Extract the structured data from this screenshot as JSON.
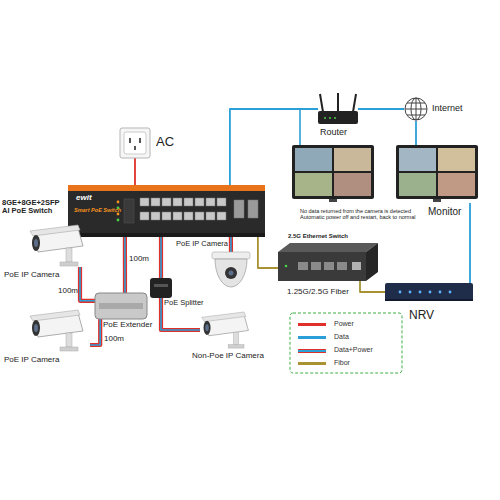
{
  "diagram": {
    "nodes": [
      {
        "text": [
          "AC"
        ]
      },
      {
        "text": [
          "8GE+8GE+2SFP AI PoE Switch",
          "ewit",
          "Smart PoE Switch"
        ]
      },
      {
        "text": [
          "PoE IP Camera"
        ]
      },
      {
        "text": [
          "PoE Extender"
        ]
      },
      {
        "text": [
          "PoE IP Camera"
        ]
      },
      {
        "text": [
          "PoE IP Camera"
        ]
      },
      {
        "text": [
          "PoE Splitter"
        ]
      },
      {
        "text": [
          "Non-Poe IP Camera"
        ]
      },
      {
        "text": [
          "2.5G Ethernet Switch"
        ]
      },
      {
        "text": [
          "Router"
        ]
      },
      {
        "text": [
          "Internet"
        ]
      },
      {
        "text": [
          "Monitor"
        ]
      },
      {
        "text": [
          "NRV"
        ]
      }
    ],
    "edges": [
      {
        "from": 0,
        "to": 1,
        "arrow": "none"
      },
      {
        "from": 1,
        "to": 3,
        "label": "100m",
        "arrow": "none"
      },
      {
        "from": 3,
        "to": 2,
        "label": "100m",
        "arrow": "none"
      },
      {
        "from": 3,
        "to": 4,
        "label": "100m",
        "arrow": "none"
      },
      {
        "from": 1,
        "to": 5,
        "arrow": "none"
      },
      {
        "from": 1,
        "to": 6,
        "arrow": "none"
      },
      {
        "from": 6,
        "to": 7,
        "arrow": "none"
      },
      {
        "from": 1,
        "to": 8,
        "arrow": "none"
      },
      {
        "from": 1,
        "to": 9,
        "arrow": "none"
      },
      {
        "from": 9,
        "to": 10,
        "arrow": "none"
      },
      {
        "from": 8,
        "to": 12,
        "label": "1.25G/2.5G Fiber",
        "arrow": "none"
      },
      {
        "from": 12,
        "to": 11,
        "arrow": "none"
      },
      {
        "from": 10,
        "to": 11,
        "arrow": "none"
      }
    ],
    "labels": [
      "No data returned from the camera is detected Automatic power off and restart, back to normal"
    ],
    "legend": [
      {
        "text": "Power",
        "color": "#e0302a"
      },
      {
        "text": "Data",
        "color": "#2b9fd8"
      },
      {
        "text": "Data+Power"
      },
      {
        "text": "Fibor",
        "color": "#a89232"
      }
    ]
  }
}
